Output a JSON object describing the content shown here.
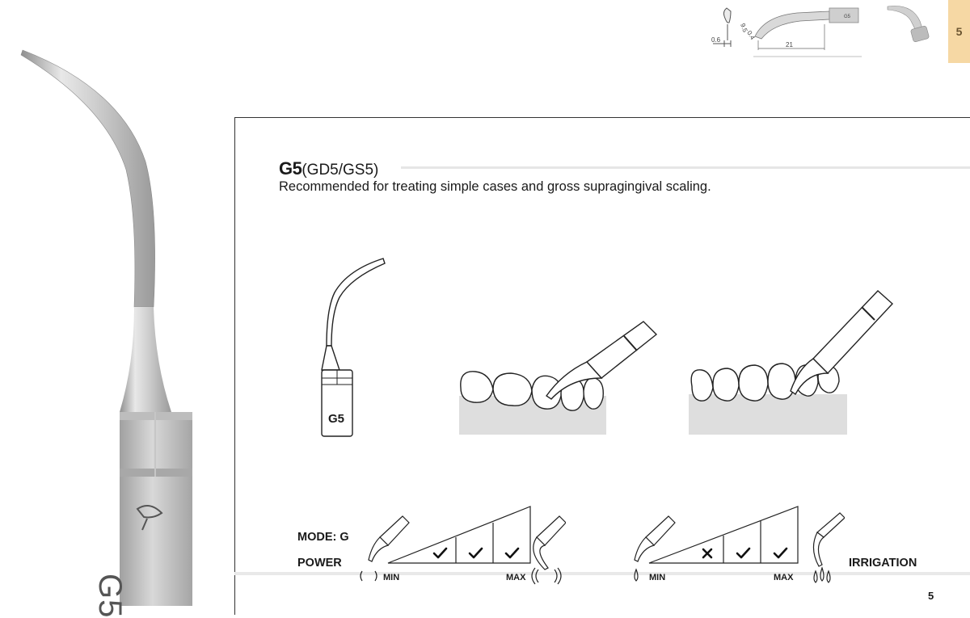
{
  "header": {
    "chapter_number": "5",
    "dimensions": {
      "width_a": "0.6",
      "dims_b": "9.5",
      "dims_c": "0.4",
      "length": "21",
      "engraving": "G5"
    }
  },
  "product_photo": {
    "engraving": "G5"
  },
  "content": {
    "model": "G5",
    "variants": "(GD5/GS5)",
    "description": "Recommended for treating simple cases and gross supragingival scaling.",
    "tip_label": "G5"
  },
  "settings": {
    "mode_label": "MODE: G",
    "power": {
      "label": "POWER",
      "min_label": "MIN",
      "max_label": "MAX",
      "levels": [
        "check",
        "check",
        "check"
      ]
    },
    "irrigation": {
      "label": "IRRIGATION",
      "min_label": "MIN",
      "max_label": "MAX",
      "levels": [
        "cross",
        "check",
        "check"
      ]
    }
  },
  "footer": {
    "page_number": "5"
  },
  "colors": {
    "chapter_tab": "#f6d8a4",
    "metal_light": "#e4e4e4",
    "metal_dark": "#9a9a9a",
    "gum": "#dedede"
  }
}
